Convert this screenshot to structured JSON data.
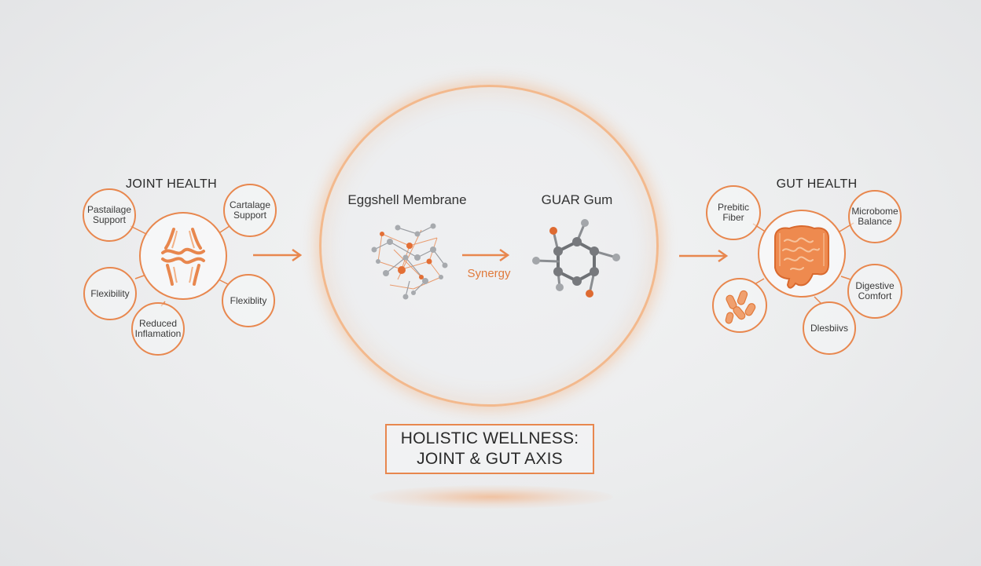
{
  "joint": {
    "heading": "JOINT HEALTH",
    "nodes": [
      {
        "label": "Pastailage\nSupport"
      },
      {
        "label": "Cartalage\nSupport"
      },
      {
        "label": "Flexibility"
      },
      {
        "label": "Flexiblity"
      },
      {
        "label": "Reduced\nInflamation"
      }
    ],
    "hub_icon": "knee-joint-icon"
  },
  "center": {
    "left_label": "Eggshell Membrane",
    "right_label": "GUAR Gum",
    "connector_label": "Synergy",
    "left_icon": "protein-network-molecule-icon",
    "right_icon": "guar-gum-molecule-icon"
  },
  "gut": {
    "heading": "GUT HEALTH",
    "nodes": [
      {
        "label": "Prebitic\nFiber"
      },
      {
        "label": "Microbome\nBalance"
      },
      {
        "label": "Digestive\nComfort"
      },
      {
        "label": "Dlesbiivs"
      }
    ],
    "hub_icon": "intestine-icon",
    "bacteria_icon": "bacteria-icon"
  },
  "title": {
    "line1": "HOLISTIC WELLNESS:",
    "line2": "JOINT & GUT AXIS"
  },
  "colors": {
    "accent": "#e8874e",
    "accent_dark": "#e07a3c",
    "molecule_gray": "#8a8d91"
  }
}
